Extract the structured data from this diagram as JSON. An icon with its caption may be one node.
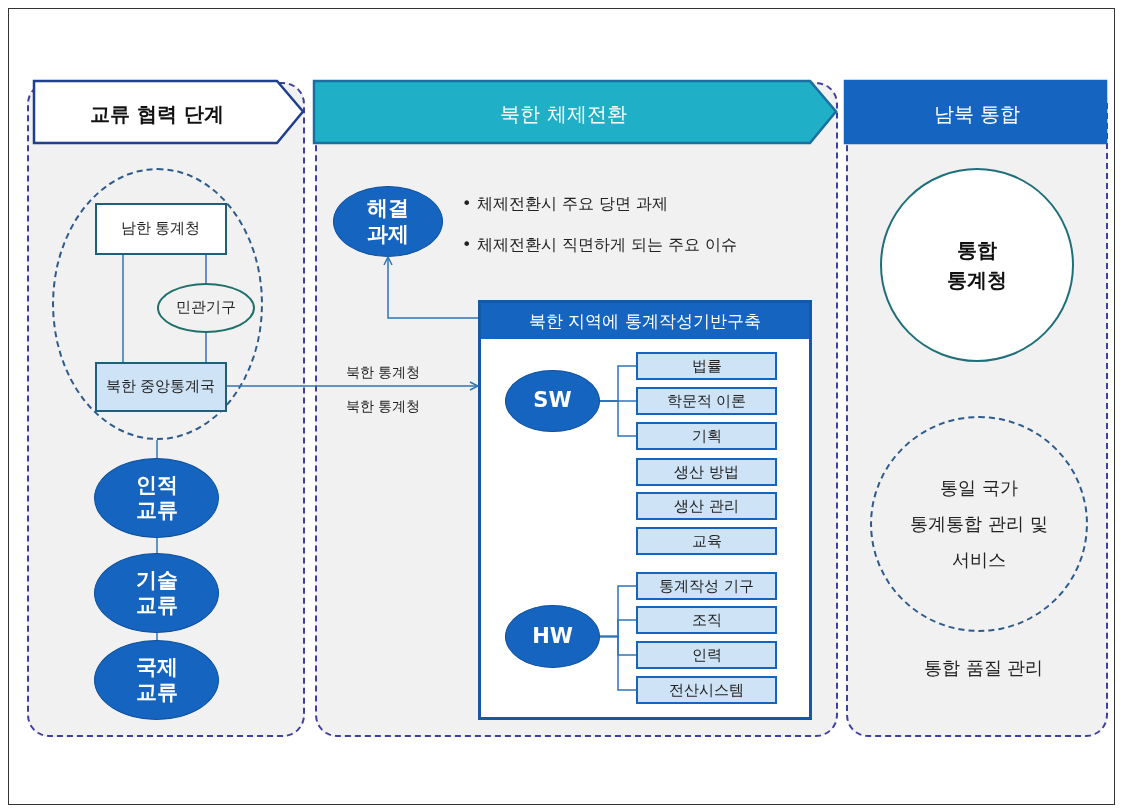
{
  "diagram": {
    "nodes": [
      {
        "text": [
          "교류 협력 단계"
        ]
      },
      {
        "text": [],
        "shape": "ellipse",
        "in": 0
      },
      {
        "text": [
          "남한 통계청"
        ],
        "in": 1
      },
      {
        "text": [
          "민관기구"
        ],
        "in": 1
      },
      {
        "text": [
          "북한 중앙통계국"
        ],
        "in": 1
      },
      {
        "text": [
          "인적 교류"
        ],
        "in": 0
      },
      {
        "text": [
          "기술 교류"
        ],
        "in": 0
      },
      {
        "text": [
          "국제 교류"
        ],
        "in": 0
      },
      {
        "text": [
          "북한 체제전환"
        ]
      },
      {
        "text": [
          "해결 과제"
        ],
        "in": 8
      },
      {
        "text": [
          "북한 지역에 통계작성기반구축"
        ],
        "in": 8
      },
      {
        "text": [
          "SW"
        ],
        "in": 10
      },
      {
        "text": [
          "법률"
        ],
        "in": 10
      },
      {
        "text": [
          "학문적 이론"
        ],
        "in": 10
      },
      {
        "text": [
          "기획"
        ],
        "in": 10
      },
      {
        "text": [
          "생산 방법"
        ],
        "in": 10
      },
      {
        "text": [
          "생산 관리"
        ],
        "in": 10
      },
      {
        "text": [
          "교육"
        ],
        "in": 10
      },
      {
        "text": [
          "HW"
        ],
        "in": 10
      },
      {
        "text": [
          "통계작성 기구"
        ],
        "in": 10
      },
      {
        "text": [
          "조직"
        ],
        "in": 10
      },
      {
        "text": [
          "인력"
        ],
        "in": 10
      },
      {
        "text": [
          "전산시스템"
        ],
        "in": 10
      },
      {
        "text": [
          "남북 통합"
        ]
      },
      {
        "text": [
          "통합 통계청"
        ],
        "in": 23
      },
      {
        "text": [
          "통일 국가 통계통합 관리 및 서비스"
        ],
        "in": 23
      }
    ],
    "edges": [
      {
        "from": 2,
        "to": 4,
        "arrow": "none"
      },
      {
        "from": 2,
        "to": 3,
        "arrow": "none"
      },
      {
        "from": 3,
        "to": 4,
        "arrow": "none"
      },
      {
        "from": 1,
        "to": 5,
        "arrow": "none"
      },
      {
        "from": 5,
        "to": 6,
        "arrow": "none"
      },
      {
        "from": 6,
        "to": 7,
        "arrow": "none"
      },
      {
        "from": 4,
        "to": 10,
        "arrow": "to",
        "label": "북한 통계청"
      },
      {
        "from": 10,
        "to": 9,
        "arrow": "to"
      },
      {
        "from": 11,
        "to": 12,
        "arrow": "none"
      },
      {
        "from": 11,
        "to": 13,
        "arrow": "none"
      },
      {
        "from": 11,
        "to": 14,
        "arrow": "none"
      },
      {
        "from": 18,
        "to": 19,
        "arrow": "none"
      },
      {
        "from": 18,
        "to": 20,
        "arrow": "none"
      },
      {
        "from": 18,
        "to": 21,
        "arrow": "none"
      },
      {
        "from": 18,
        "to": 22,
        "arrow": "none"
      }
    ],
    "labels": [
      "• 체제전환시 주요 당면 과제",
      "• 체제전환시 직면하게 되는 주요 이슈",
      "북한 통계청",
      "통합 품질 관리"
    ]
  }
}
